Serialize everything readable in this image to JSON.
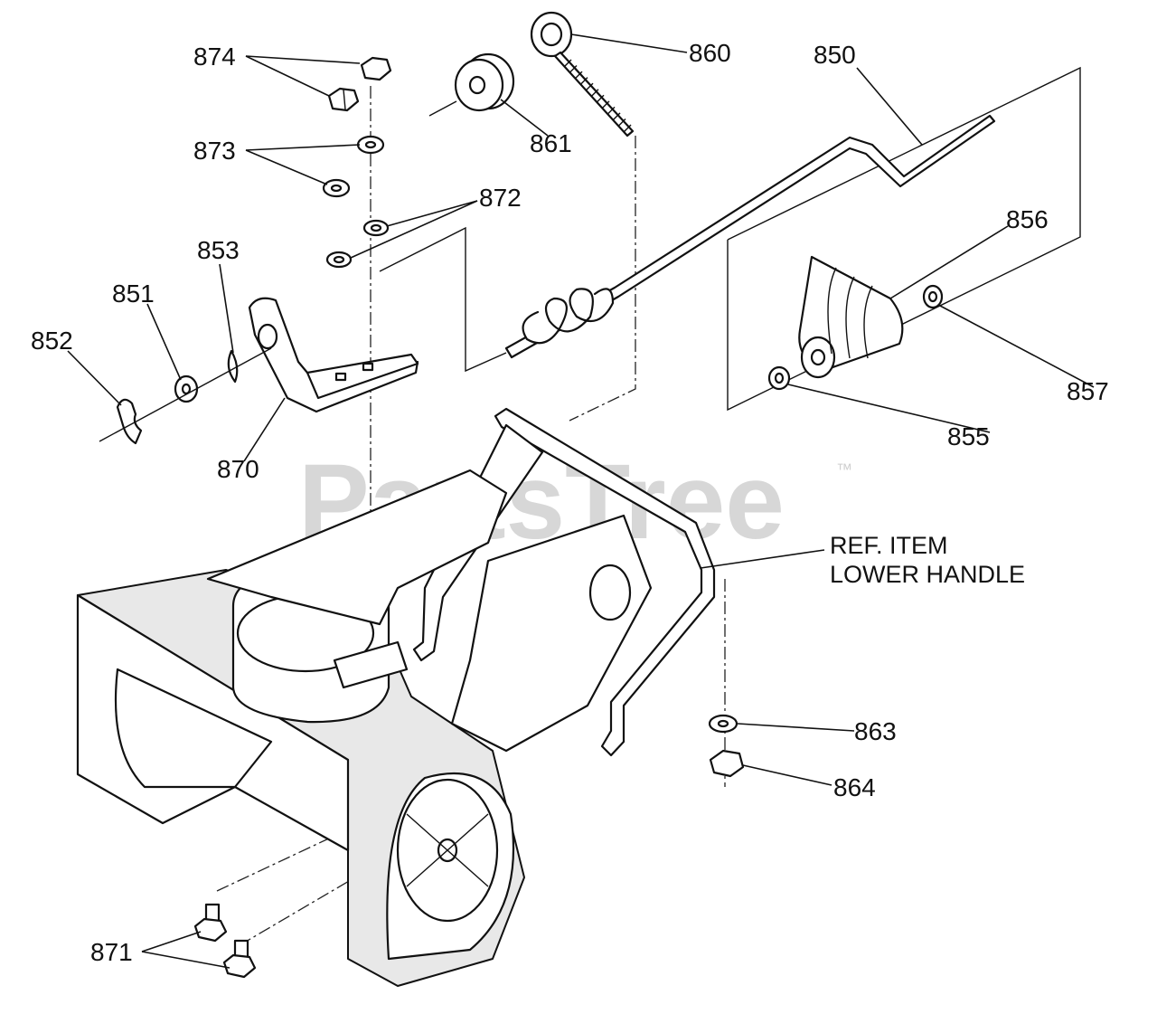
{
  "watermark": {
    "text": "PartsTree",
    "trademark": "™"
  },
  "callouts": [
    {
      "id": "c874",
      "label": "874"
    },
    {
      "id": "c873",
      "label": "873"
    },
    {
      "id": "c872",
      "label": "872"
    },
    {
      "id": "c853",
      "label": "853"
    },
    {
      "id": "c851",
      "label": "851"
    },
    {
      "id": "c852",
      "label": "852"
    },
    {
      "id": "c870",
      "label": "870"
    },
    {
      "id": "c860",
      "label": "860"
    },
    {
      "id": "c861",
      "label": "861"
    },
    {
      "id": "c850",
      "label": "850"
    },
    {
      "id": "c856",
      "label": "856"
    },
    {
      "id": "c857",
      "label": "857"
    },
    {
      "id": "c855",
      "label": "855"
    },
    {
      "id": "c863",
      "label": "863"
    },
    {
      "id": "c864",
      "label": "864"
    },
    {
      "id": "c871",
      "label": "871"
    }
  ],
  "reference_note": {
    "line1": "REF. ITEM",
    "line2": "LOWER HANDLE"
  }
}
